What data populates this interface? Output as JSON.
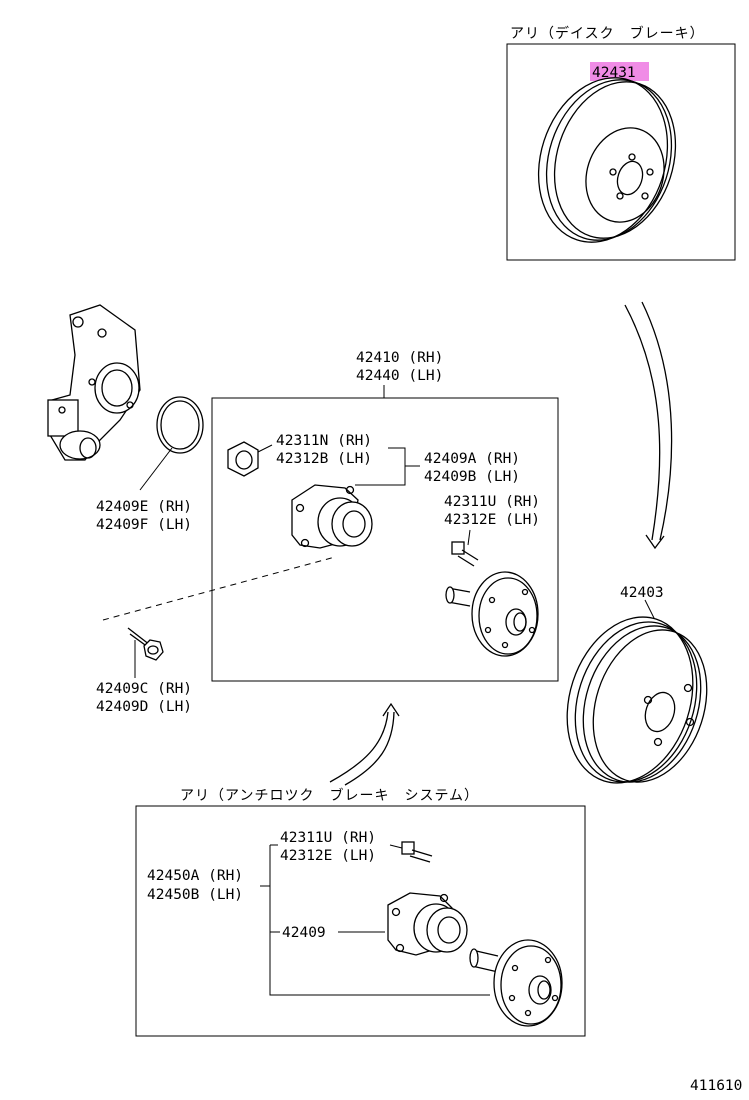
{
  "groups": {
    "disc": "アリ（デイスク　ブレーキ）",
    "abs": "アリ（アンチロツク　ブレーキ　システム）"
  },
  "parts": {
    "p42431": "42431",
    "p42410": "42410 (RH)",
    "p42440": "42440 (LH)",
    "p42311N": "42311N (RH)",
    "p42312B": "42312B (LH)",
    "p42409A": "42409A (RH)",
    "p42409B": "42409B (LH)",
    "p42311U": "42311U (RH)",
    "p42312E": "42312E (LH)",
    "p42409E": "42409E (RH)",
    "p42409F": "42409F (LH)",
    "p42409C": "42409C (RH)",
    "p42409D": "42409D (LH)",
    "p42403": "42403",
    "abs_42311U": "42311U (RH)",
    "abs_42312E": "42312E (LH)",
    "p42450A": "42450A (RH)",
    "p42450B": "42450B (LH)",
    "p42409": "42409"
  },
  "footer": {
    "diagram_code": "411610"
  },
  "colors": {
    "highlight": "#f08ce6",
    "line": "#000000",
    "background": "#ffffff"
  }
}
